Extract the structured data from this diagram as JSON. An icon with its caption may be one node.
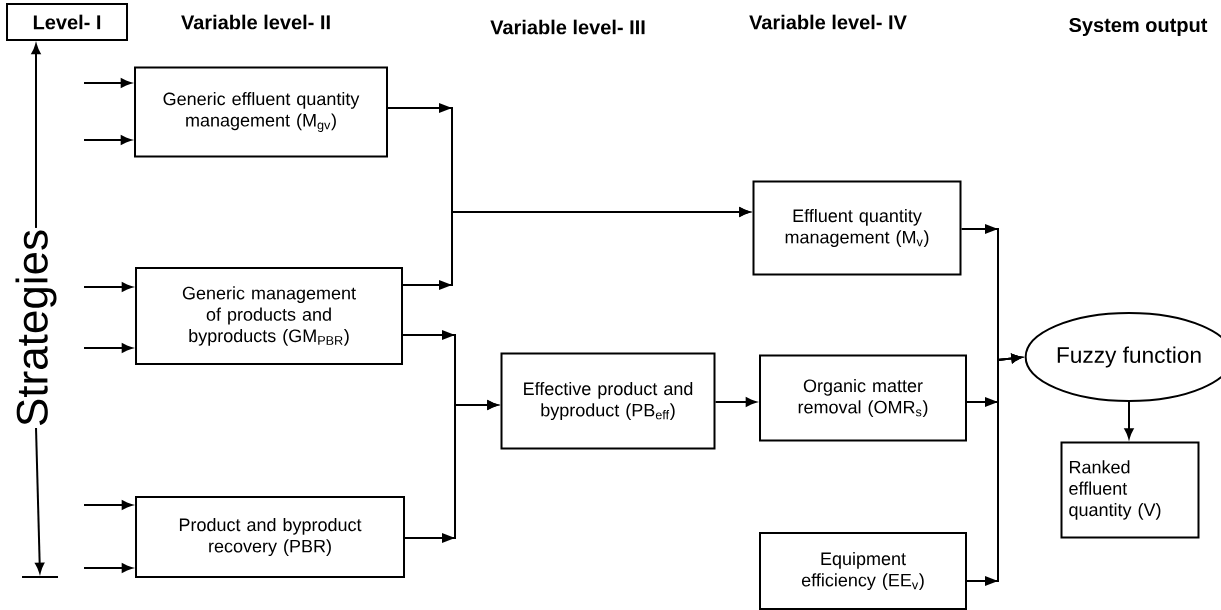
{
  "diagram": {
    "nodes": [
      {
        "text": [
          "Level- I"
        ]
      },
      {
        "text": [
          "Strategies"
        ]
      },
      {
        "text": [
          "Generic effluent quantity management (M$_{gv}$)"
        ]
      },
      {
        "text": [
          "Generic management of products and byproducts (GM$_{PBR}$)"
        ]
      },
      {
        "text": [
          "Product and byproduct recovery (PBR)"
        ]
      },
      {
        "text": [
          "Effluent quantity management (M$_{v}$)"
        ]
      },
      {
        "text": [
          "Effective product and byproduct (PB$_{eff}$)"
        ]
      },
      {
        "text": [
          "Organic matter removal (OMR$_{s}$)"
        ]
      },
      {
        "text": [
          "Equipment efficiency (EE$_{v}$)"
        ]
      },
      {
        "text": [
          "Fuzzy function"
        ]
      },
      {
        "text": [
          "Ranked effluent quantity (V)"
        ]
      }
    ],
    "edges": [
      {
        "from": 1,
        "to": 0,
        "arrow": "to"
      },
      {
        "from": 1,
        "to": null,
        "arrow": "to"
      },
      {
        "from": null,
        "to": 2,
        "arrow": "to"
      },
      {
        "from": null,
        "to": 2,
        "arrow": "to"
      },
      {
        "from": null,
        "to": 3,
        "arrow": "to"
      },
      {
        "from": null,
        "to": 3,
        "arrow": "to"
      },
      {
        "from": null,
        "to": 4,
        "arrow": "to"
      },
      {
        "from": null,
        "to": 4,
        "arrow": "to"
      },
      {
        "from": 2,
        "to": 5,
        "arrow": "to"
      },
      {
        "from": 3,
        "to": 5,
        "arrow": "to"
      },
      {
        "from": 3,
        "to": 6,
        "arrow": "to"
      },
      {
        "from": 4,
        "to": 6,
        "arrow": "to"
      },
      {
        "from": 6,
        "to": 7,
        "arrow": "to"
      },
      {
        "from": 5,
        "to": 9,
        "arrow": "to"
      },
      {
        "from": 7,
        "to": 9,
        "arrow": "to"
      },
      {
        "from": 8,
        "to": 9,
        "arrow": "to"
      },
      {
        "from": 9,
        "to": 10,
        "arrow": "to"
      }
    ],
    "labels": [
      "Variable level- II",
      "Variable level- III",
      "Variable level- IV",
      "System output"
    ]
  }
}
